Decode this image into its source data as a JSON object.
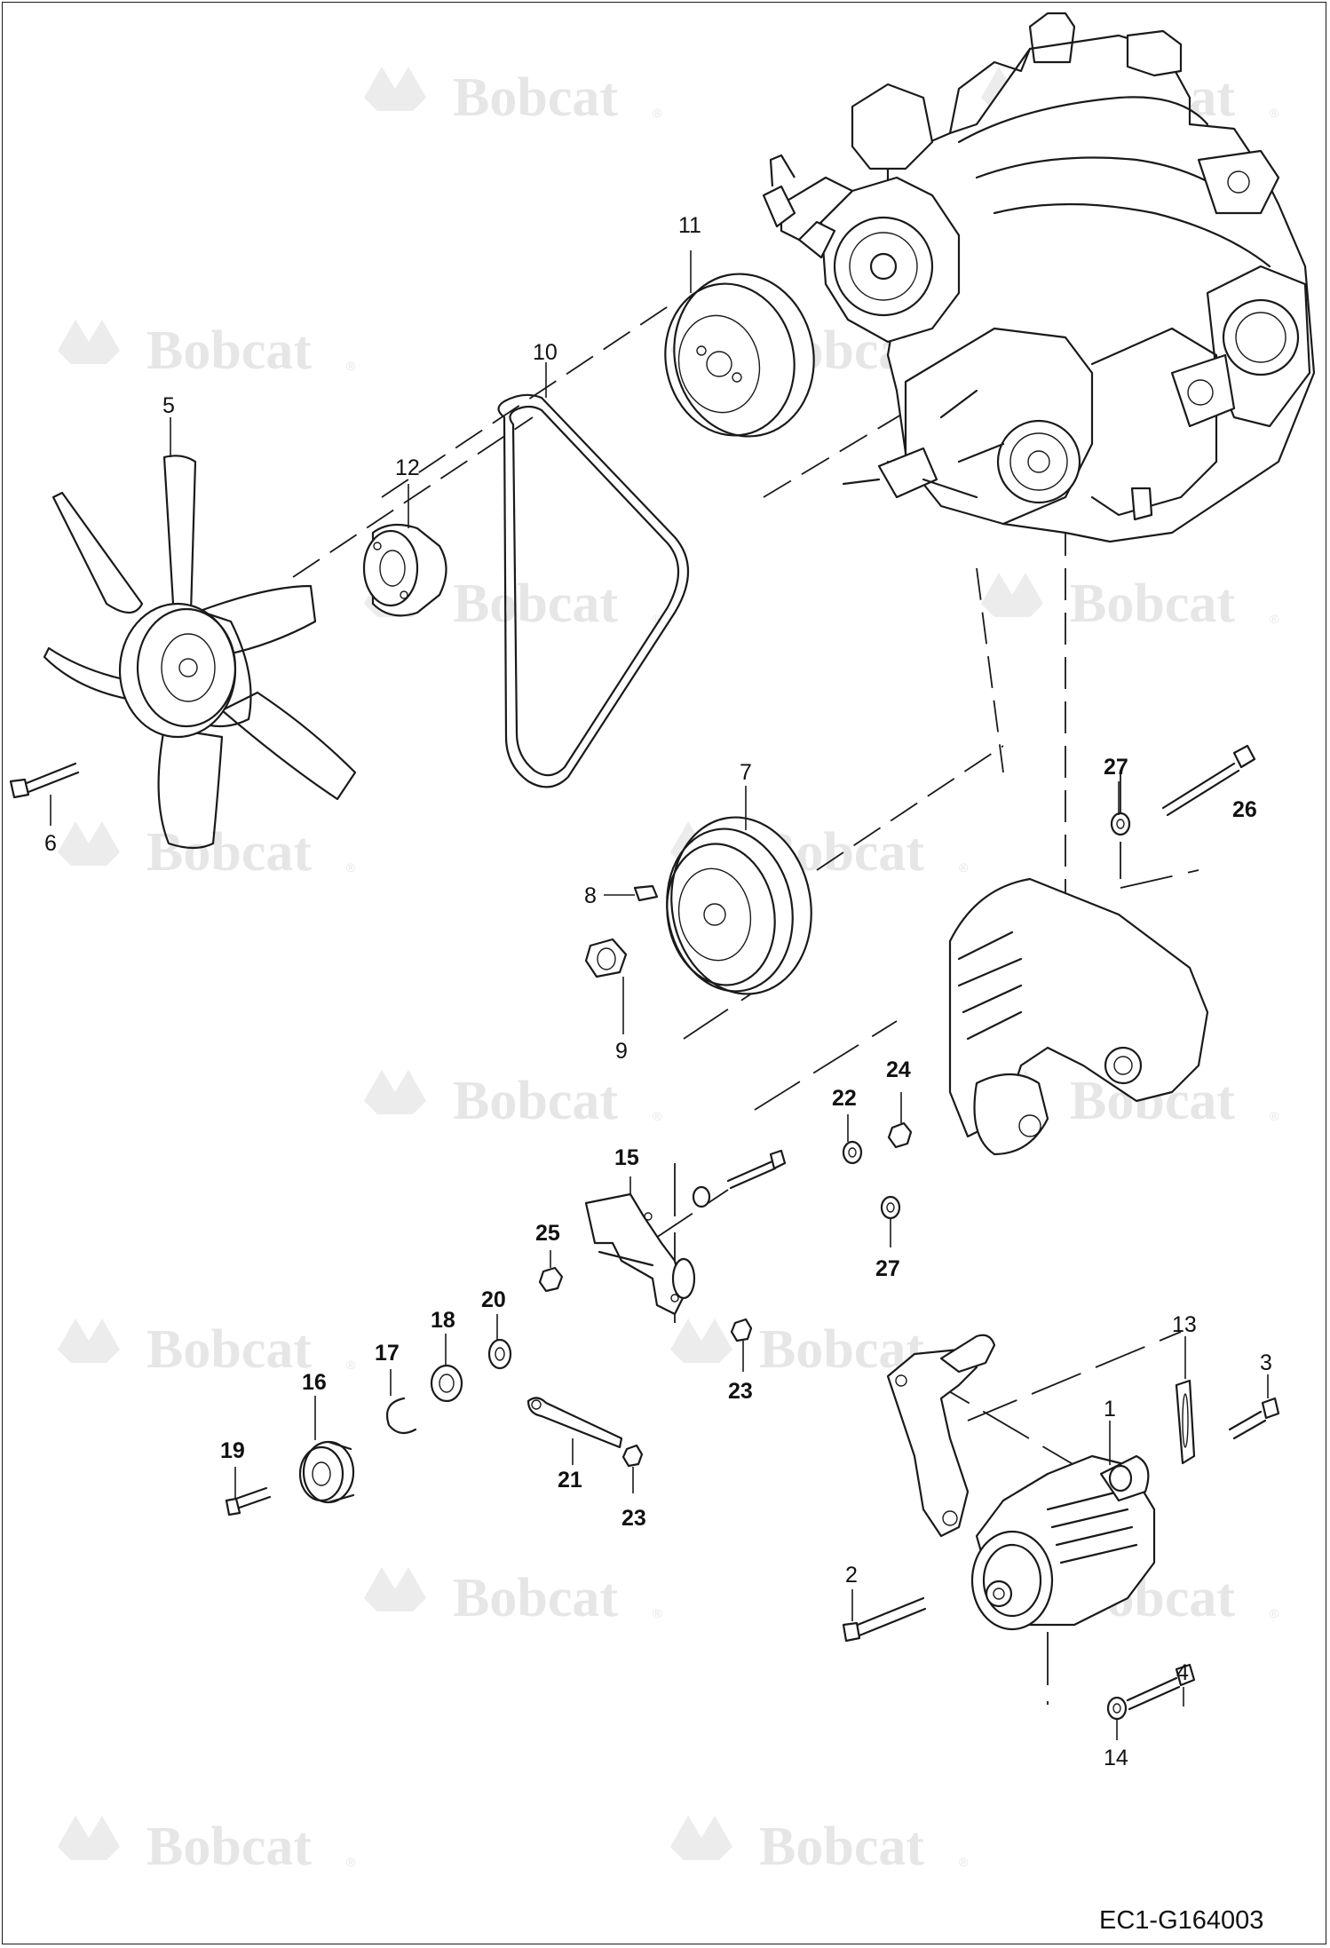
{
  "watermark": {
    "brand": "Bobcat",
    "mark": "®"
  },
  "reference_code": "EC1-G164003",
  "callouts": [
    {
      "id": "c11",
      "label": "11",
      "bold": false
    },
    {
      "id": "c10",
      "label": "10",
      "bold": false
    },
    {
      "id": "c5",
      "label": "5",
      "bold": false
    },
    {
      "id": "c12",
      "label": "12",
      "bold": false
    },
    {
      "id": "c6",
      "label": "6",
      "bold": false
    },
    {
      "id": "c7",
      "label": "7",
      "bold": false
    },
    {
      "id": "c8",
      "label": "8",
      "bold": false
    },
    {
      "id": "c9",
      "label": "9",
      "bold": false
    },
    {
      "id": "c27a",
      "label": "27",
      "bold": true
    },
    {
      "id": "c26",
      "label": "26",
      "bold": true
    },
    {
      "id": "c22",
      "label": "22",
      "bold": true
    },
    {
      "id": "c24",
      "label": "24",
      "bold": true
    },
    {
      "id": "c15",
      "label": "15",
      "bold": true
    },
    {
      "id": "c25",
      "label": "25",
      "bold": true
    },
    {
      "id": "c27b",
      "label": "27",
      "bold": true
    },
    {
      "id": "c20",
      "label": "20",
      "bold": true
    },
    {
      "id": "c18",
      "label": "18",
      "bold": true
    },
    {
      "id": "c17",
      "label": "17",
      "bold": true
    },
    {
      "id": "c16",
      "label": "16",
      "bold": true
    },
    {
      "id": "c19",
      "label": "19",
      "bold": true
    },
    {
      "id": "c23a",
      "label": "23",
      "bold": true
    },
    {
      "id": "c21",
      "label": "21",
      "bold": true
    },
    {
      "id": "c23b",
      "label": "23",
      "bold": true
    },
    {
      "id": "c13",
      "label": "13",
      "bold": false
    },
    {
      "id": "c3",
      "label": "3",
      "bold": false
    },
    {
      "id": "c1",
      "label": "1",
      "bold": false
    },
    {
      "id": "c2",
      "label": "2",
      "bold": false
    },
    {
      "id": "c4",
      "label": "4",
      "bold": false
    },
    {
      "id": "c14",
      "label": "14",
      "bold": false
    }
  ],
  "colors": {
    "line": "#1a1a1a",
    "watermark": "#e6e6e6",
    "background": "#ffffff"
  }
}
